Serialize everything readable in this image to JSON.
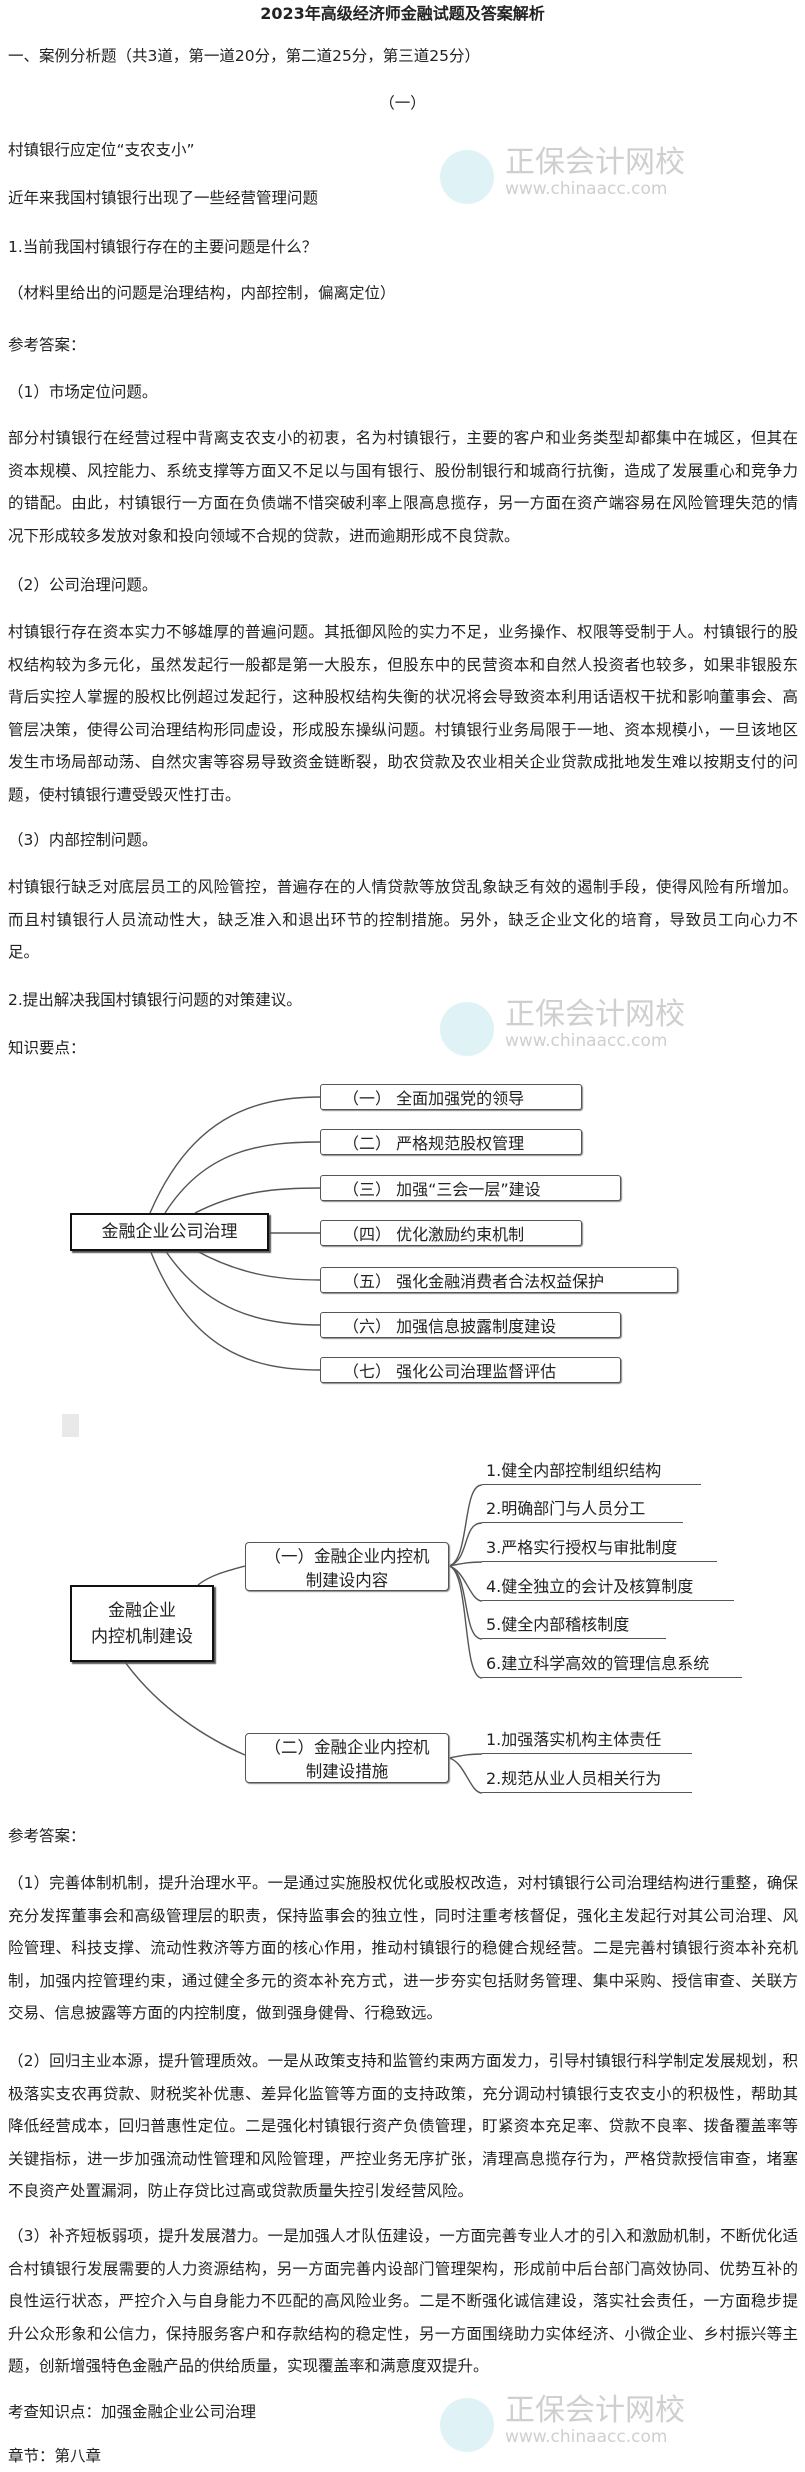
{
  "title": "2023年高级经济师金融试题及答案解析",
  "section_header": "一、案例分析题（共3道，第一道20分，第二道25分，第三道25分）",
  "case_number": "（一）",
  "case_title": "村镇银行应定位“支农支小”",
  "case_intro": "近年来我国村镇银行出现了一些经营管理问题",
  "q1": {
    "question": "1.当前我国村镇银行存在的主要问题是什么？",
    "hint": "（材料里给出的问题是治理结构，内部控制，偏离定位）",
    "answer_label": "参考答案：",
    "points": [
      {
        "heading": "（1）市场定位问题。",
        "text": "部分村镇银行在经营过程中背离支农支小的初衷，名为村镇银行，主要的客户和业务类型却都集中在城区，但其在资本规模、风控能力、系统支撑等方面又不足以与国有银行、股份制银行和城商行抗衡，造成了发展重心和竞争力的错配。由此，村镇银行一方面在负债端不惜突破利率上限高息揽存，另一方面在资产端容易在风险管理失范的情况下形成较多发放对象和投向领域不合规的贷款，进而逾期形成不良贷款。"
      },
      {
        "heading": "（2）公司治理问题。",
        "text": "村镇银行存在资本实力不够雄厚的普遍问题。其抵御风险的实力不足，业务操作、权限等受制于人。村镇银行的股权结构较为多元化，虽然发起行一般都是第一大股东，但股东中的民营资本和自然人投资者也较多，如果非银股东背后实控人掌握的股权比例超过发起行，这种股权结构失衡的状况将会导致资本利用话语权干扰和影响董事会、高管层决策，使得公司治理结构形同虚设，形成股东操纵问题。村镇银行业务局限于一地、资本规模小，一旦该地区发生市场局部动荡、自然灾害等容易导致资金链断裂，助农贷款及农业相关企业贷款成批地发生难以按期支付的问题，使村镇银行遭受毁灭性打击。"
      },
      {
        "heading": "（3）内部控制问题。",
        "text": "村镇银行缺乏对底层员工的风险管控，普遍存在的人情贷款等放贷乱象缺乏有效的遏制手段，使得风险有所增加。而且村镇银行人员流动性大，缺乏准入和退出环节的控制措施。另外，缺乏企业文化的培育，导致员工向心力不足。"
      }
    ]
  },
  "q2": {
    "question": "2.提出解决我国村镇银行问题的对策建议。",
    "knowledge_label": "知识要点：",
    "diagram1": {
      "root": "金融企业公司治理",
      "items": [
        "（一） 全面加强党的领导",
        "（二） 严格规范股权管理",
        "（三） 加强“三会一层”建设",
        "（四） 优化激励约束机制",
        "（五） 强化金融消费者合法权益保护",
        "（六） 加强信息披露制度建设",
        "（七） 强化公司治理监督评估"
      ]
    },
    "diagram2": {
      "root_line1": "金融企业",
      "root_line2": "内控机制建设",
      "branches": [
        {
          "line1": "（一）金融企业内控机",
          "line2": "制建设内容",
          "leaves": [
            "1.健全内部控制组织结构",
            "2.明确部门与人员分工",
            "3.严格实行授权与审批制度",
            "4.健全独立的会计及核算制度",
            "5.健全内部稽核制度",
            "6.建立科学高效的管理信息系统"
          ]
        },
        {
          "line1": "（二）金融企业内控机",
          "line2": "制建设措施",
          "leaves": [
            "1.加强落实机构主体责任",
            "2.规范从业人员相关行为"
          ]
        }
      ]
    },
    "answer_label": "参考答案：",
    "answers": [
      "（1）完善体制机制，提升治理水平。一是通过实施股权优化或股权改造，对村镇银行公司治理结构进行重整，确保充分发挥董事会和高级管理层的职责，保持监事会的独立性，同时注重考核督促，强化主发起行对其公司治理、风险管理、科技支撑、流动性救济等方面的核心作用，推动村镇银行的稳健合规经营。二是完善村镇银行资本补充机制，加强内控管理约束，通过健全多元的资本补充方式，进一步夯实包括财务管理、集中采购、授信审查、关联方交易、信息披露等方面的内控制度，做到强身健骨、行稳致远。",
      "（2）回归主业本源，提升管理质效。一是从政策支持和监管约束两方面发力，引导村镇银行科学制定发展规划，积极落实支农再贷款、财税奖补优惠、差异化监管等方面的支持政策，充分调动村镇银行支农支小的积极性，帮助其降低经营成本，回归普惠性定位。二是强化村镇银行资产负债管理，盯紧资本充足率、贷款不良率、拨备覆盖率等关键指标，进一步加强流动性管理和风险管理，严控业务无序扩张，清理高息揽存行为，严格贷款授信审查，堵塞不良资产处置漏洞，防止存贷比过高或贷款质量失控引发经营风险。",
      "（3）补齐短板弱项，提升发展潜力。一是加强人才队伍建设，一方面完善专业人才的引入和激励机制，不断优化适合村镇银行发展需要的人力资源结构，另一方面完善内设部门管理架构，形成前中后台部门高效协同、优势互补的良性运行状态，严控介入与自身能力不匹配的高风险业务。二是不断强化诚信建设，落实社会责任，一方面稳步提升公众形象和公信力，保持服务客户和存款结构的稳定性，另一方面围绕助力实体经济、小微企业、乡村振兴等主题，创新增强特色金融产品的供给质量，实现覆盖率和满意度双提升。"
    ],
    "knowledge_point": "考查知识点：加强金融企业公司治理",
    "chapter": "章节：第八章"
  },
  "watermark": {
    "name": "正保会计网校",
    "url": "www.chinaacc.com"
  }
}
